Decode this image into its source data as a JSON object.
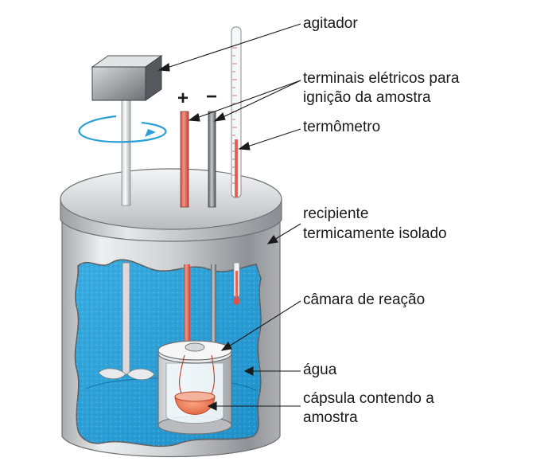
{
  "labels": {
    "agitador": "agitador",
    "terminais_line1": "terminais elétricos para",
    "terminais_line2": "ignição da amostra",
    "termometro": "termômetro",
    "recipiente_line1": "recipiente",
    "recipiente_line2": "termicamente isolado",
    "camara": "câmara de reação",
    "agua": "água",
    "capsula_line1": "cápsula contendo a",
    "capsula_line2": "amostra"
  },
  "terminals": {
    "plus": "+",
    "minus": "−"
  },
  "colors": {
    "water": "#2a9fd6",
    "metal_light": "#e4e5e7",
    "metal_dark": "#8d9094",
    "red_terminal": "#e0655a",
    "sample": "#ee7a55",
    "rotation_arrow": "#2a9fd6",
    "leader_line": "#1a1a1a"
  }
}
